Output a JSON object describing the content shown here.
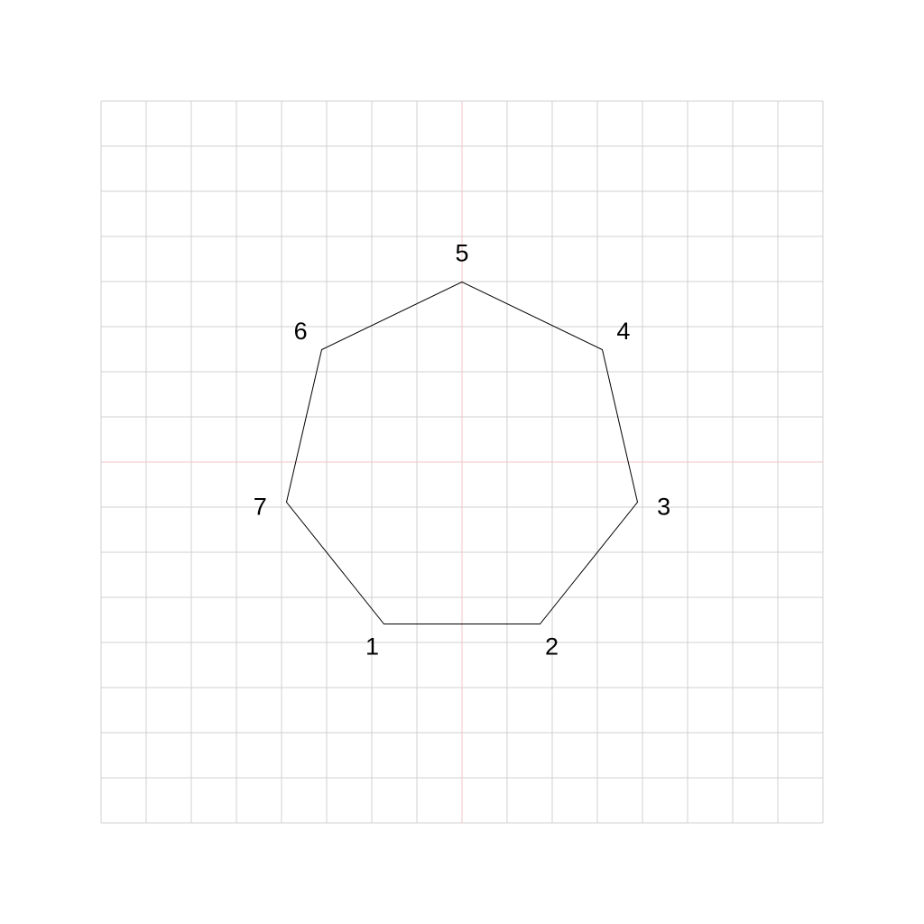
{
  "diagram": {
    "colors": {
      "background": "#ffffff",
      "grid_line": "#d0d0d0",
      "axis_line": "#f2c4c8",
      "polygon_stroke": "#000000",
      "label_text": "#000000"
    },
    "grid": {
      "x_range": [
        -8,
        8
      ],
      "y_range": [
        -8,
        8
      ],
      "step": 1,
      "axes_at_origin": true
    },
    "polygon": {
      "closed": true,
      "vertices": [
        {
          "label": "1",
          "x": -1.73,
          "y": -3.59
        },
        {
          "label": "2",
          "x": 1.73,
          "y": -3.59
        },
        {
          "label": "3",
          "x": 3.89,
          "y": -0.89
        },
        {
          "label": "4",
          "x": 3.11,
          "y": 2.49
        },
        {
          "label": "5",
          "x": 0.0,
          "y": 3.99
        },
        {
          "label": "6",
          "x": -3.11,
          "y": 2.49
        },
        {
          "label": "7",
          "x": -3.89,
          "y": -0.89
        }
      ]
    }
  }
}
